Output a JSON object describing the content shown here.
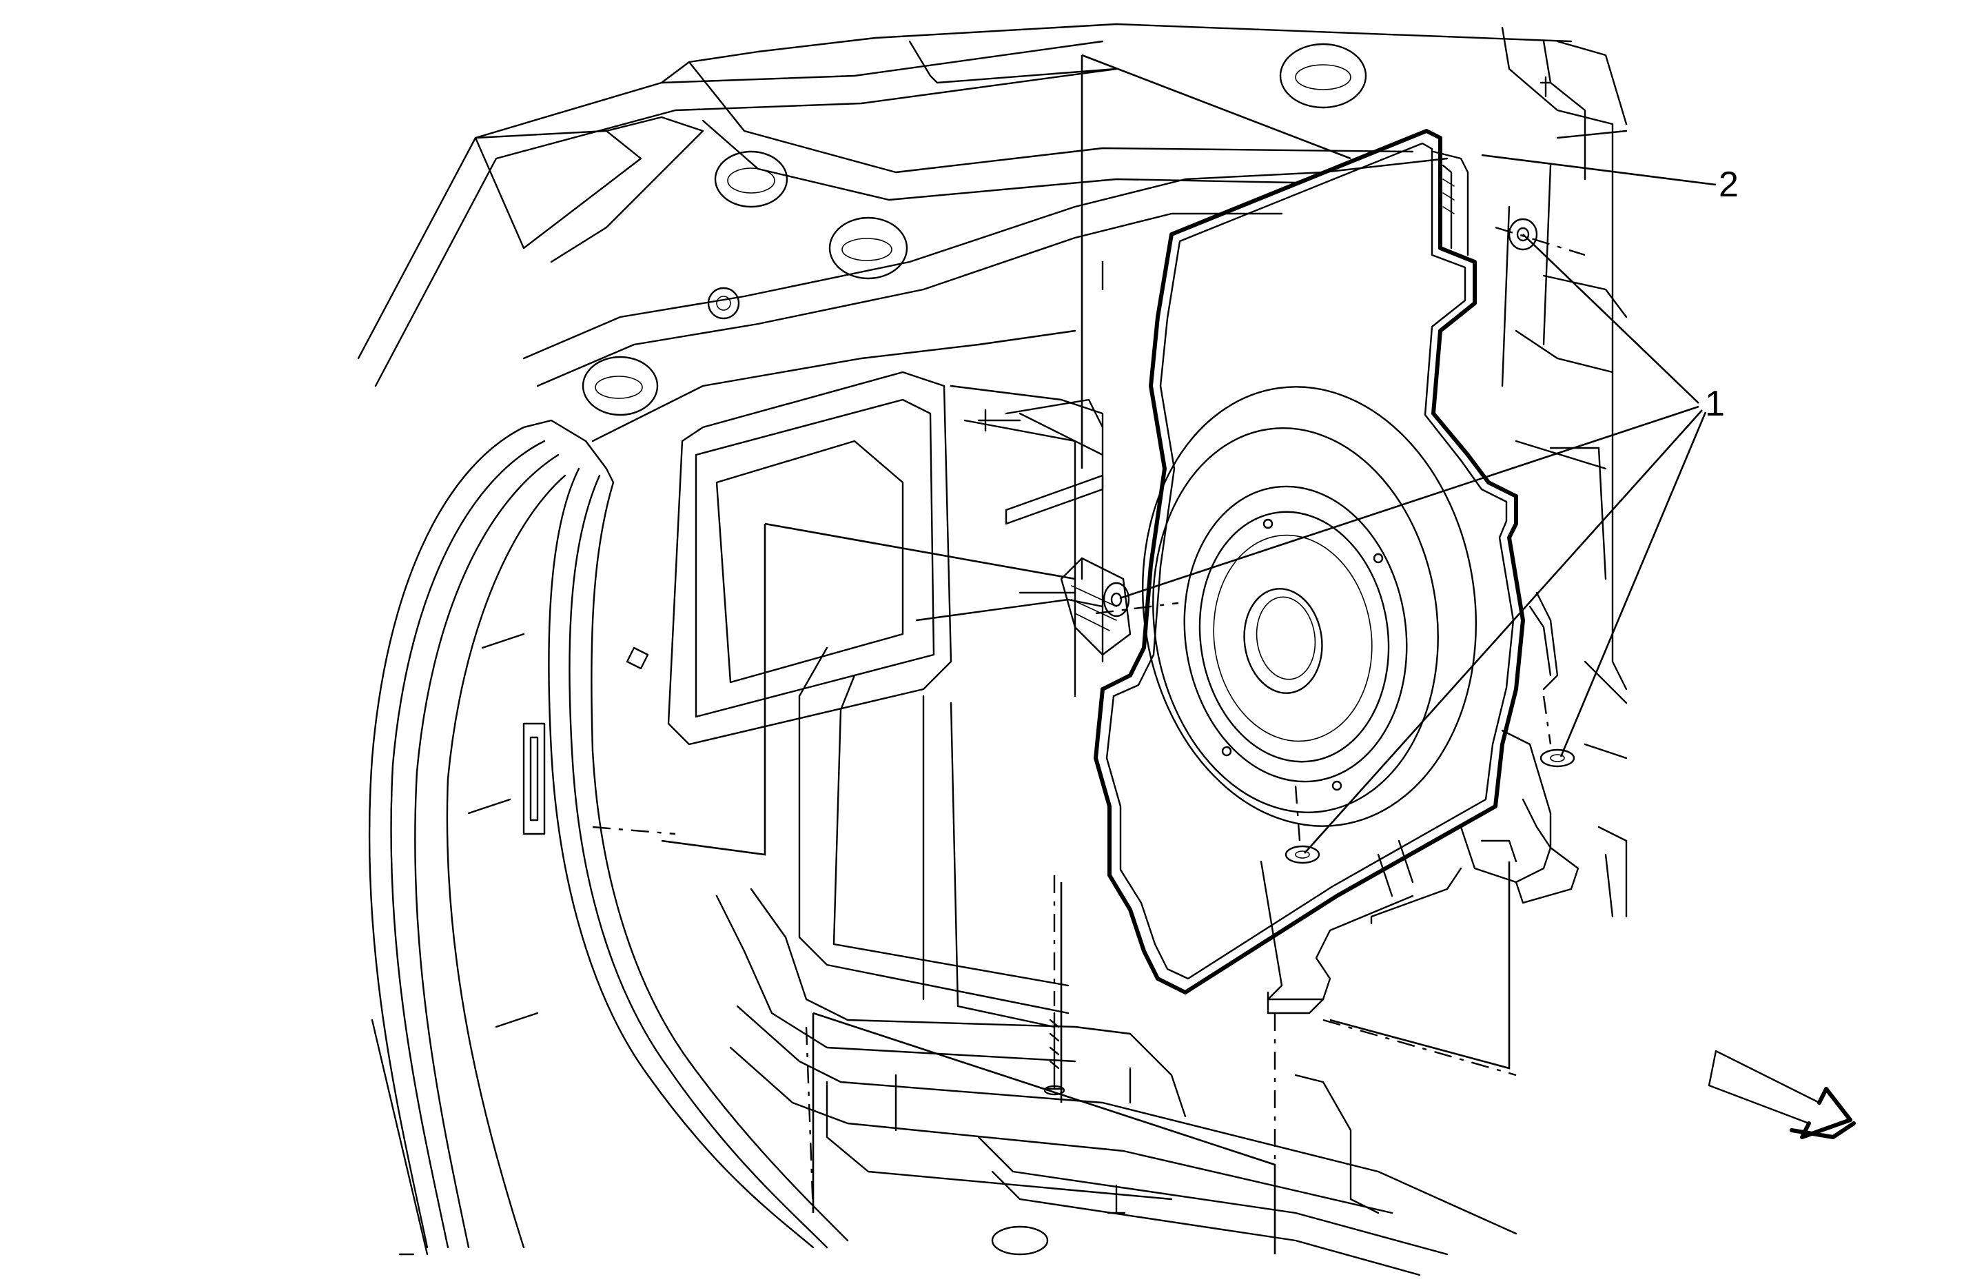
{
  "callouts": [
    {
      "id": "callout-1",
      "label": "1"
    },
    {
      "id": "callout-2",
      "label": "2"
    }
  ],
  "icons": {
    "view_direction": "view-direction-arrow-icon"
  },
  "colors": {
    "line": "#000000",
    "background": "#ffffff"
  }
}
